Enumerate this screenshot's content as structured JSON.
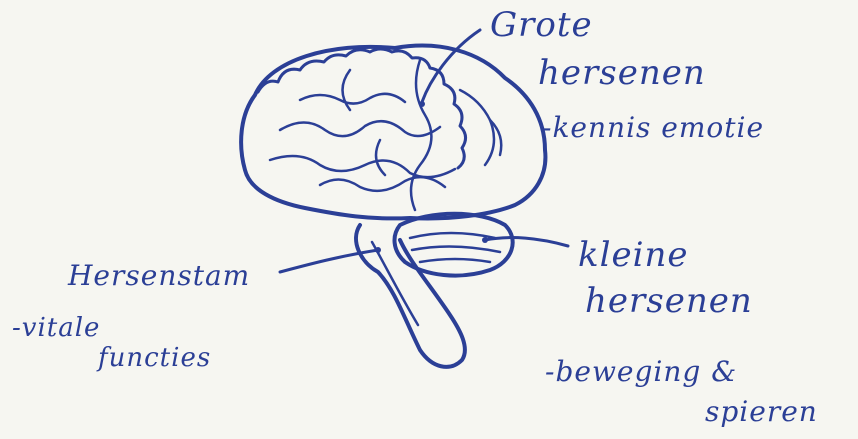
{
  "labels": {
    "cerebrum_line1": "Grote",
    "cerebrum_line2": "hersenen",
    "cerebrum_function": "-kennis emotie",
    "cerebellum_line1": "kleine",
    "cerebellum_line2": "hersenen",
    "cerebellum_function_line1": "-beweging &",
    "cerebellum_function_line2": "spieren",
    "brainstem": "Hersenstam",
    "brainstem_function_line1": "-vitale",
    "brainstem_function_line2": "functies"
  },
  "colors": {
    "ink": "#2b3f96",
    "paper": "#f6f6f1"
  }
}
